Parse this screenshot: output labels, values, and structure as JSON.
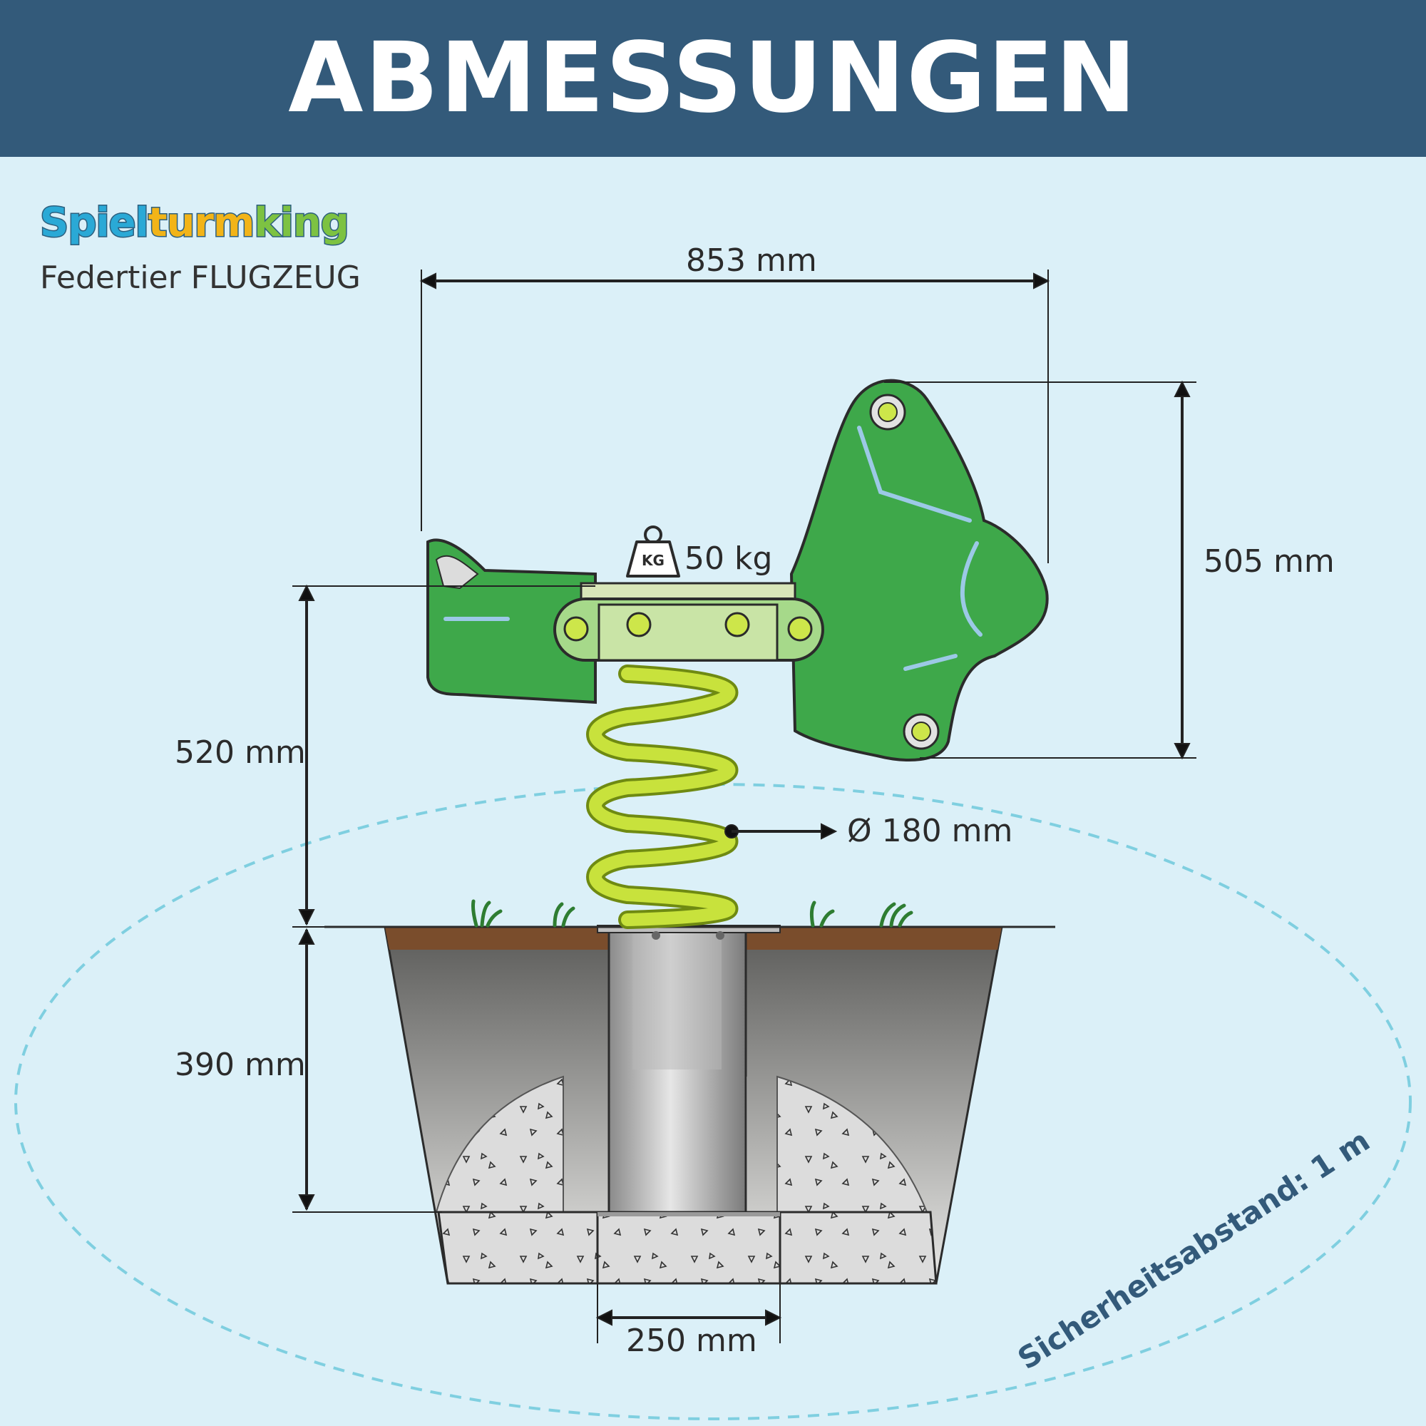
{
  "header": {
    "title": "ABMESSUNGEN"
  },
  "brand": {
    "part1": "Spiel",
    "part2": "turm",
    "part3": "king",
    "colors": {
      "part1": "#2aa9d6",
      "part2": "#f2b418",
      "part3": "#7dc242"
    }
  },
  "product": {
    "name": "Federtier FLUGZEUG"
  },
  "dimensions": {
    "width": "853 mm",
    "height_body": "505 mm",
    "seat_height": "520 mm",
    "spring_diameter": "Ø 180 mm",
    "foundation_depth": "390 mm",
    "foundation_width": "250 mm",
    "max_load": "50 kg",
    "weight_icon_label": "KG"
  },
  "safety": {
    "label": "Sicherheitsabstand: 1 m"
  },
  "colors": {
    "header_bg": "#335a7a",
    "background": "#dbf0f8",
    "body_green": "#3ea84a",
    "spring": "#c8e23c",
    "safety_ring": "#7fcfe0"
  }
}
